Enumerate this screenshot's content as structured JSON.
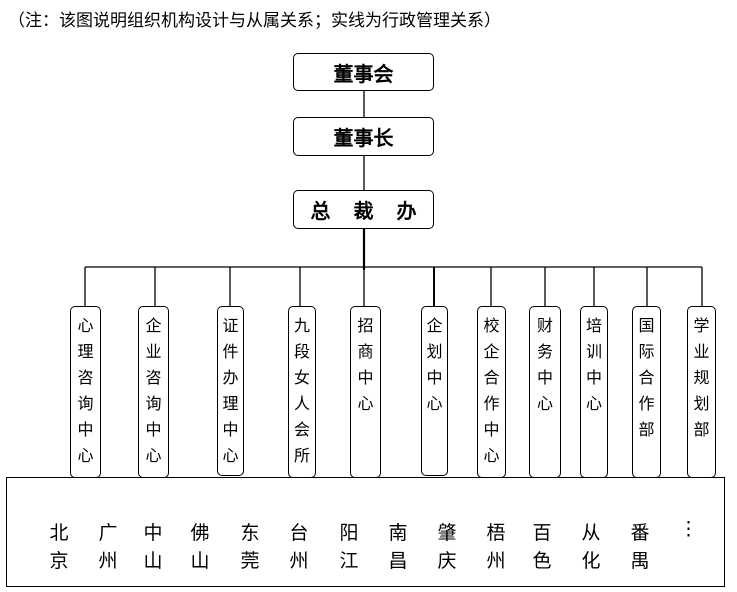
{
  "note": "（注：该图说明组织机构设计与从属关系；实线为行政管理关系）",
  "top_nodes": {
    "board": "董事会",
    "chairman": "董事长",
    "president_office": "总 裁 办"
  },
  "departments": [
    {
      "name": "心理咨询中心"
    },
    {
      "name": "企业咨询中心"
    },
    {
      "name": "证件办理中心"
    },
    {
      "name": "九段女人会所"
    },
    {
      "name": "招商中心"
    },
    {
      "name": "企划中心"
    },
    {
      "name": "校企合作中心"
    },
    {
      "name": "财务中心"
    },
    {
      "name": "培训中心"
    },
    {
      "name": "国际合作部"
    },
    {
      "name": "学业规划部"
    }
  ],
  "cities": [
    {
      "top": "北",
      "bottom": "京"
    },
    {
      "top": "广",
      "bottom": "州"
    },
    {
      "top": "中",
      "bottom": "山"
    },
    {
      "top": "佛",
      "bottom": "山"
    },
    {
      "top": "东",
      "bottom": "莞"
    },
    {
      "top": "台",
      "bottom": "州"
    },
    {
      "top": "阳",
      "bottom": "江"
    },
    {
      "top": "南",
      "bottom": "昌"
    },
    {
      "top": "肇",
      "bottom": "庆"
    },
    {
      "top": "梧",
      "bottom": "州"
    },
    {
      "top": "百",
      "bottom": "色"
    },
    {
      "top": "从",
      "bottom": "化"
    },
    {
      "top": "番",
      "bottom": "禺"
    }
  ],
  "cities_more": "⋮"
}
